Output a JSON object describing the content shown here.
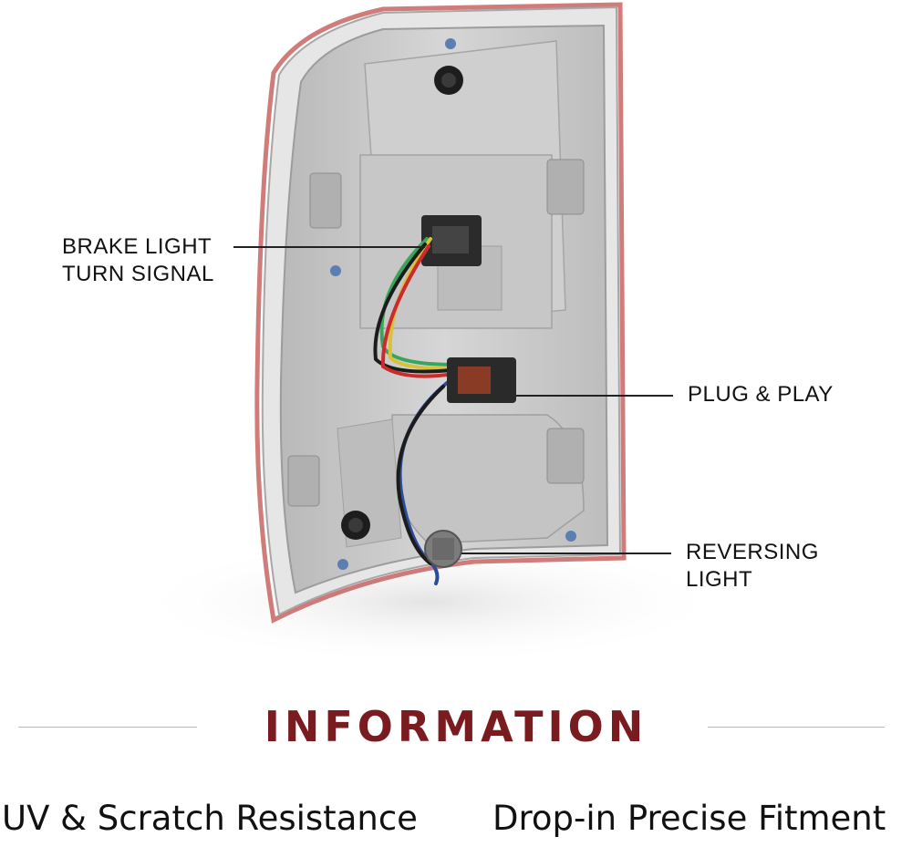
{
  "colors": {
    "heading": "#7a1b1f",
    "text": "#111111",
    "housing": "#c9c9c9",
    "lens_edge": "#c0504d"
  },
  "callouts": {
    "brake": {
      "line1": "BRAKE LIGHT",
      "line2": "TURN SIGNAL"
    },
    "plug": {
      "line1": "PLUG & PLAY"
    },
    "reversing": {
      "line1": "REVERSING",
      "line2": "LIGHT"
    }
  },
  "section": {
    "title": "INFORMATION"
  },
  "features": {
    "left": "UV & Scratch Resistance",
    "right": "Drop-in Precise Fitment"
  },
  "icons": [
    "tail-light-housing-image",
    "wire-harness-icon",
    "connector-plug-icon",
    "bulb-socket-icon",
    "mounting-screw-icon",
    "mounting-stud-icon"
  ]
}
